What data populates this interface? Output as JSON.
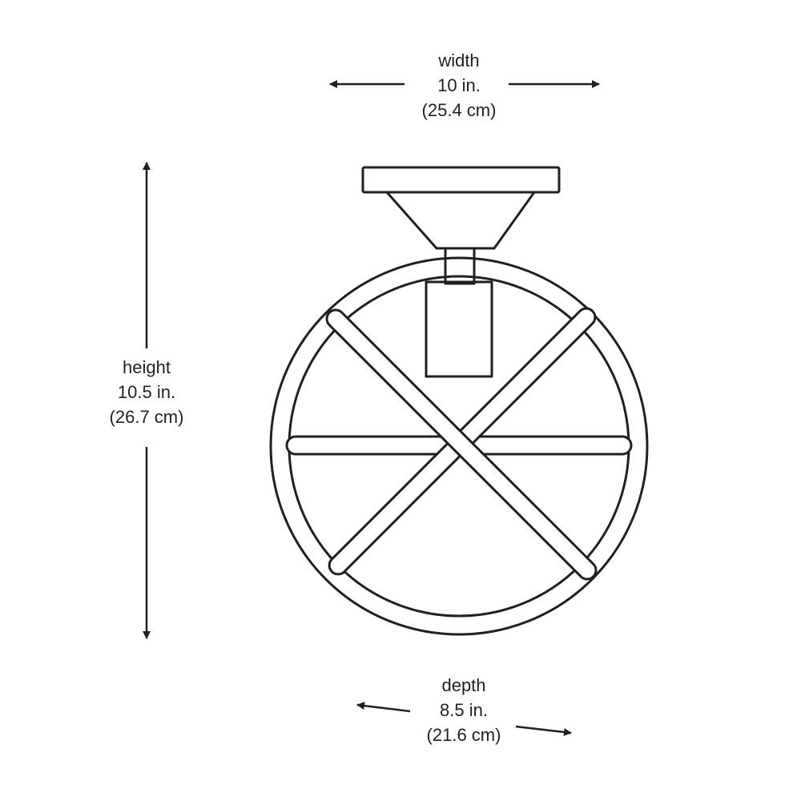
{
  "dimensions": {
    "width": {
      "name": "width",
      "imperial": "10 in.",
      "metric": "(25.4 cm)"
    },
    "height": {
      "name": "height",
      "imperial": "10.5 in.",
      "metric": "(26.7 cm)"
    },
    "depth": {
      "name": "depth",
      "imperial": "8.5 in.",
      "metric": "(21.6 cm)"
    }
  },
  "colors": {
    "line": "#231f20",
    "background": "#ffffff"
  }
}
